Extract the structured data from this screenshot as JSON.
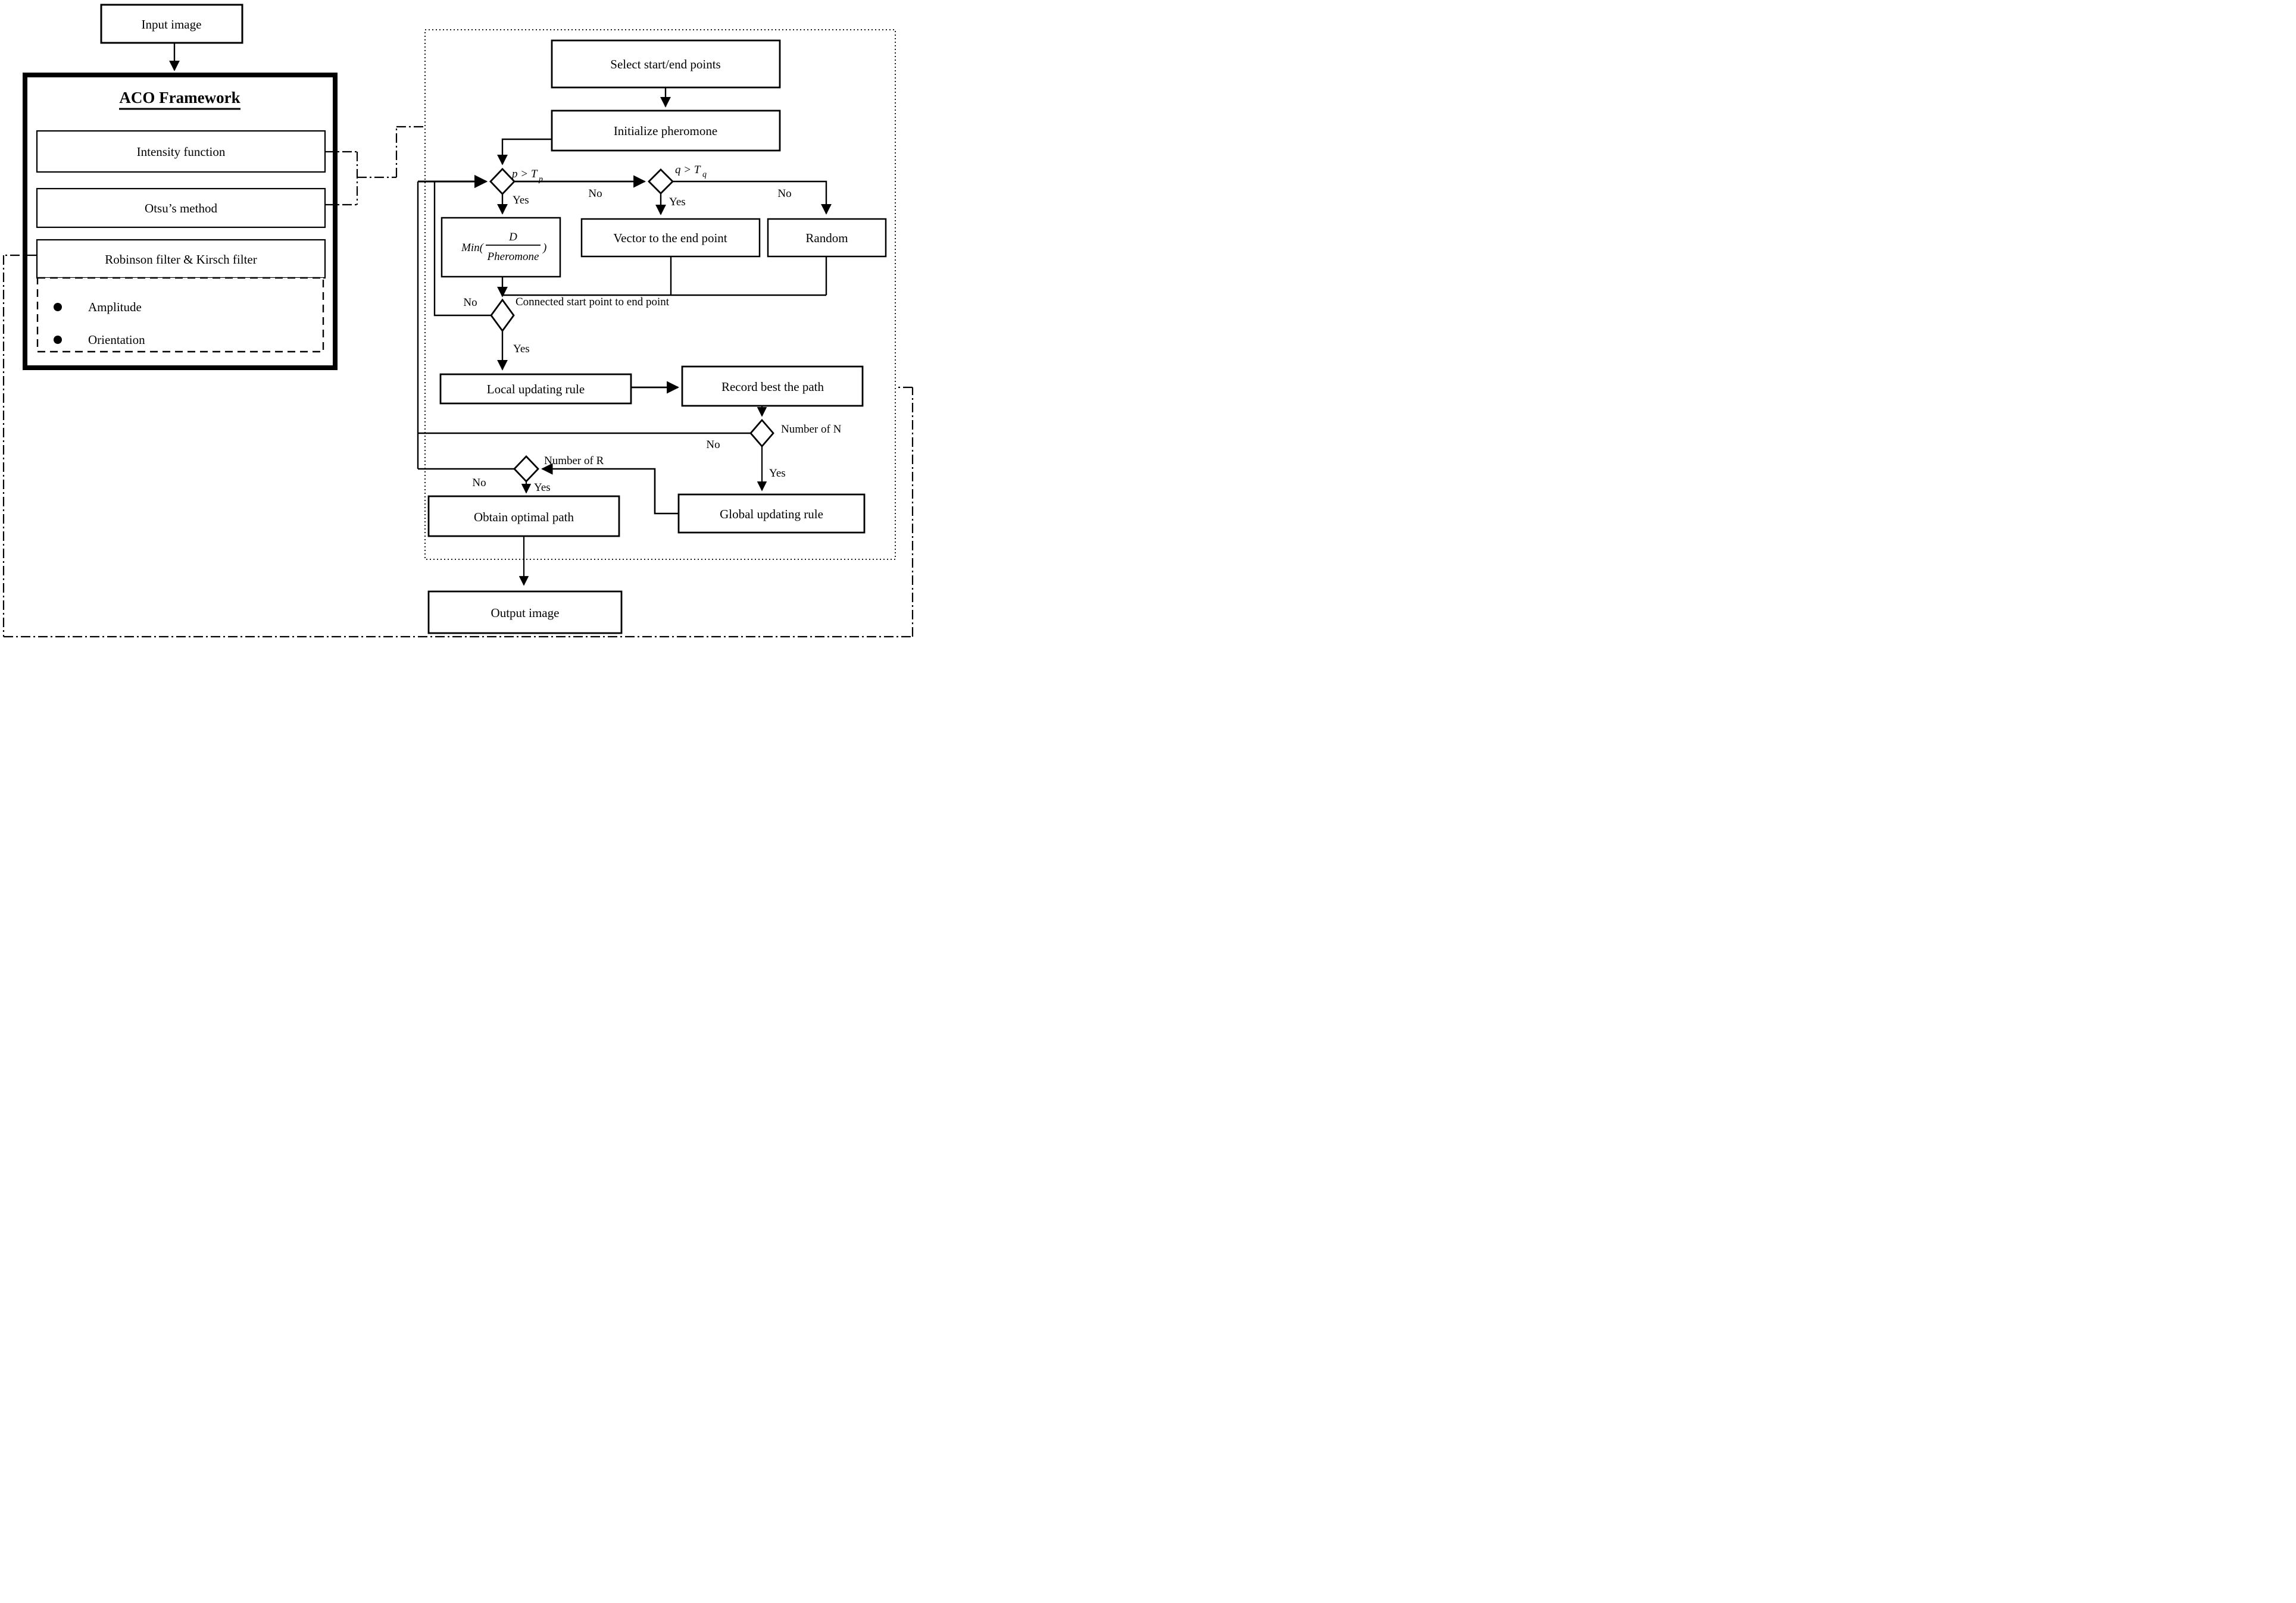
{
  "colors": {
    "ink": "#000000",
    "background": "#ffffff"
  },
  "left_panel": {
    "input_label": "Input image",
    "title": "ACO Framework",
    "intensity_label": "Intensity function",
    "otsu_label": "Otsu’s method",
    "robinson_label": "Robinson filter & Kirsch filter",
    "bullet_items": [
      {
        "label": "Amplitude"
      },
      {
        "label": "Orientation"
      }
    ]
  },
  "flowchart": {
    "select_label": "Select start/end points",
    "initialize_label": "Initialize pheromone",
    "p_decision": {
      "expr": "p > T",
      "sub": "p"
    },
    "q_decision": {
      "expr": "q > T",
      "sub": "q"
    },
    "min_box": {
      "prefix": "Min(",
      "numerator": "D",
      "denominator": "Pheromone",
      "suffix": ")"
    },
    "vector_label": "Vector to the end point",
    "random_label": "Random",
    "connected_label": "Connected start point to end point",
    "local_label": "Local updating rule",
    "record_label": "Record best the path",
    "number_n_label": "Number of N",
    "number_r_label": "Number of R",
    "global_label": "Global updating rule",
    "obtain_label": "Obtain optimal path",
    "output_label": "Output image",
    "yes_label": "Yes",
    "no_label": "No"
  }
}
